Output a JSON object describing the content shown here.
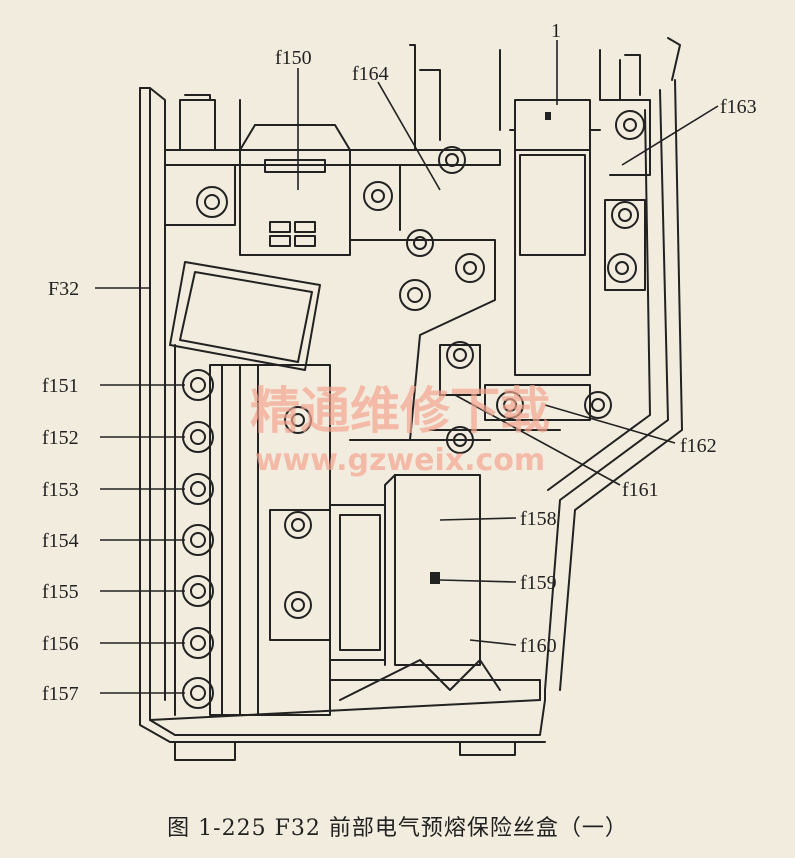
{
  "labels": {
    "l1": "1",
    "f150": "f150",
    "f164": "f164",
    "f163": "f163",
    "F32": "F32",
    "f151": "f151",
    "f152": "f152",
    "f153": "f153",
    "f154": "f154",
    "f155": "f155",
    "f156": "f156",
    "f157": "f157",
    "f162": "f162",
    "f161": "f161",
    "f158": "f158",
    "f159": "f159",
    "f160": "f160"
  },
  "watermark": {
    "cn": "精通维修下载",
    "url": "www.gzweix.com"
  },
  "caption": "图 1-225   F32 前部电气预熔保险丝盒（一）"
}
